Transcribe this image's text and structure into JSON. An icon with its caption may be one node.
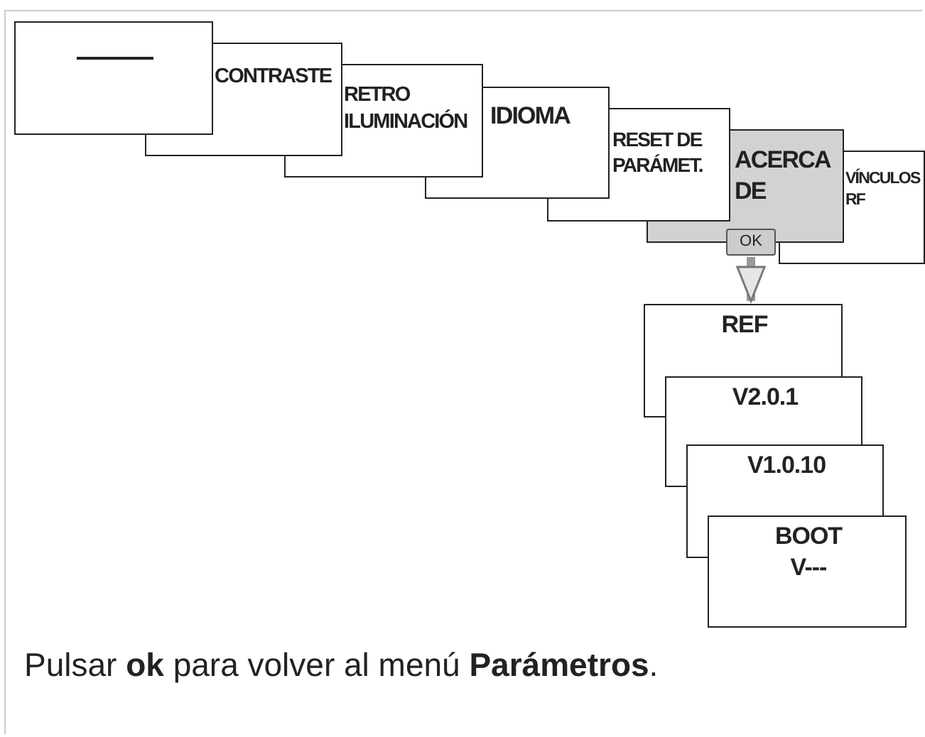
{
  "diagram": {
    "caption": "Pulsar **ok** para volver al menú **Parámetros**.",
    "nodes": [
      {
        "text": [],
        "shape": "box"
      },
      {
        "text": [
          "CONTRASTE"
        ]
      },
      {
        "text": [
          "RETRO ILUMINACIÓN"
        ]
      },
      {
        "text": [
          "IDIOMA"
        ]
      },
      {
        "text": [
          "RESET DE PARÁMET."
        ]
      },
      {
        "text": [
          "ACERCA DE"
        ]
      },
      {
        "text": [
          "OK"
        ]
      },
      {
        "text": [
          "VÍNCULOS RF"
        ]
      },
      {
        "text": [
          "REF"
        ]
      },
      {
        "text": [
          "V2.0.1"
        ]
      },
      {
        "text": [
          "V1.0.10"
        ]
      },
      {
        "text": [
          "BOOT V---"
        ]
      }
    ],
    "edges": [
      {
        "from": 6,
        "to": 8,
        "arrow": "to"
      }
    ]
  }
}
